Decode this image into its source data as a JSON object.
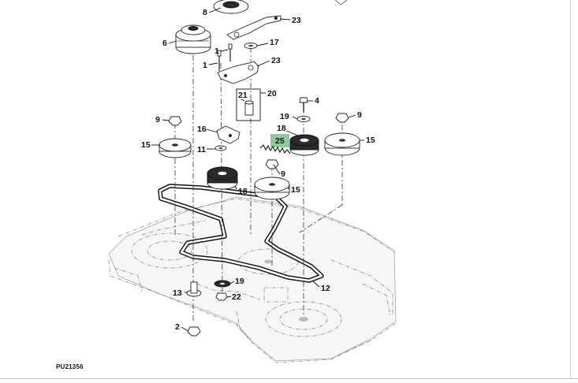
{
  "figure_id": "PU21356",
  "highlight_color": "#8fc99a",
  "callouts": {
    "c1a": "1",
    "c1b": "1",
    "c2": "2",
    "c4": "4",
    "c6": "6",
    "c8": "8",
    "c9a": "9",
    "c9b": "9",
    "c9c": "9",
    "c11": "11",
    "c12": "12",
    "c13": "13",
    "c15a": "15",
    "c15b": "15",
    "c15c": "15",
    "c16": "16",
    "c17": "17",
    "c18a": "18",
    "c18b": "18",
    "c19a": "19",
    "c19b": "19",
    "c20": "20",
    "c21": "21",
    "c22": "22",
    "c23a": "23",
    "c23b": "23",
    "c25": "25"
  }
}
